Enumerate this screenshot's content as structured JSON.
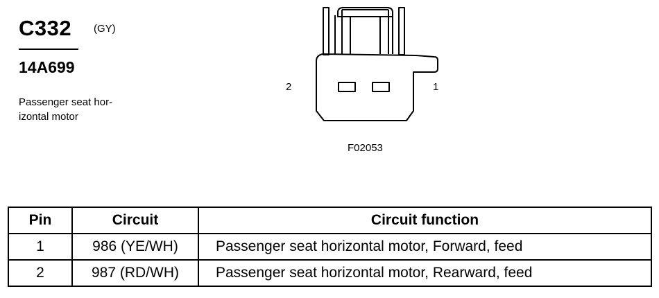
{
  "connector": {
    "id": "C332",
    "color": "(GY)",
    "part_number": "14A699",
    "description": "Passenger seat hor-izontal motor",
    "description_lines": [
      "Passenger seat hor-",
      "izontal motor"
    ],
    "pin_label_left": "2",
    "pin_label_right": "1",
    "figure_ref": "F02053"
  },
  "table": {
    "headers": [
      "Pin",
      "Circuit",
      "Circuit function"
    ],
    "rows": [
      [
        "1",
        "986 (YE/WH)",
        "Passenger seat horizontal motor, Forward, feed"
      ],
      [
        "2",
        "987 (RD/WH)",
        "Passenger seat horizontal motor, Rearward, feed"
      ]
    ]
  }
}
